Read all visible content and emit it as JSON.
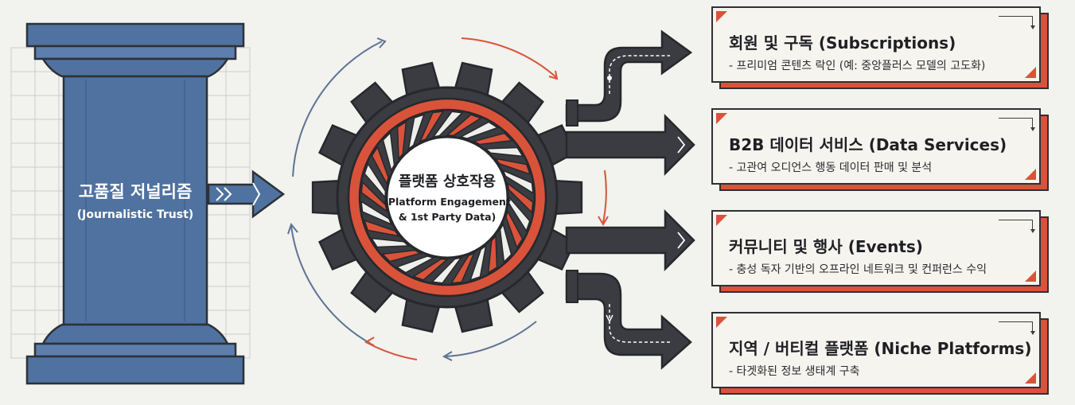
{
  "pillar": {
    "title": "고품질 저널리즘",
    "subtitle": "(Journalistic Trust)"
  },
  "engine": {
    "title": "플랫폼 상호작용",
    "subtitle_line1": "(Platform Engagement",
    "subtitle_line2": "& 1st Party Data)"
  },
  "revenue_streams": [
    {
      "title": "회원 및 구독 (Subscriptions)",
      "desc": "- 프리미엄 콘텐츠 락인 (예: 중앙플러스 모델의 고도화)"
    },
    {
      "title": "B2B 데이터 서비스 (Data Services)",
      "desc": "- 고관여 오디언스 행동 데이터 판매 및 분석"
    },
    {
      "title": "커뮤니티 및 행사 (Events)",
      "desc": "- 충성 독자 기반의 오프라인 네트워크 및 컨퍼런스 수익"
    },
    {
      "title": "지역 / 버티컬 플랫폼 (Niche Platforms)",
      "desc": "- 타겟화된 정보 생태계 구축"
    }
  ],
  "colors": {
    "pillar_blue": "#4f72a0",
    "accent_red": "#d9533a",
    "dark": "#3a3c41",
    "background": "#f2f2ee"
  }
}
